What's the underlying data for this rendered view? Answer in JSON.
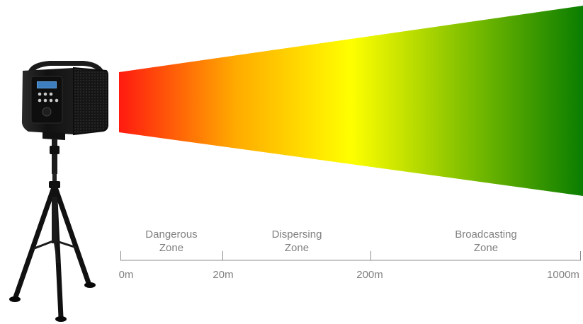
{
  "zones": [
    {
      "label": "Dangerous\nZone"
    },
    {
      "label": "Dispersing\nZone"
    },
    {
      "label": "Broadcasting\nZone"
    }
  ],
  "distances": [
    "0m",
    "20m",
    "200m",
    "1000m"
  ],
  "colors": {
    "gradient": [
      "#ff1a10",
      "#ffaa00",
      "#ffff00",
      "#7fbf00",
      "#0a7d00"
    ],
    "text": "#808080",
    "axis": "#8c8c8c"
  },
  "icons": {
    "speaker": "loudspeaker-on-tripod-icon"
  }
}
